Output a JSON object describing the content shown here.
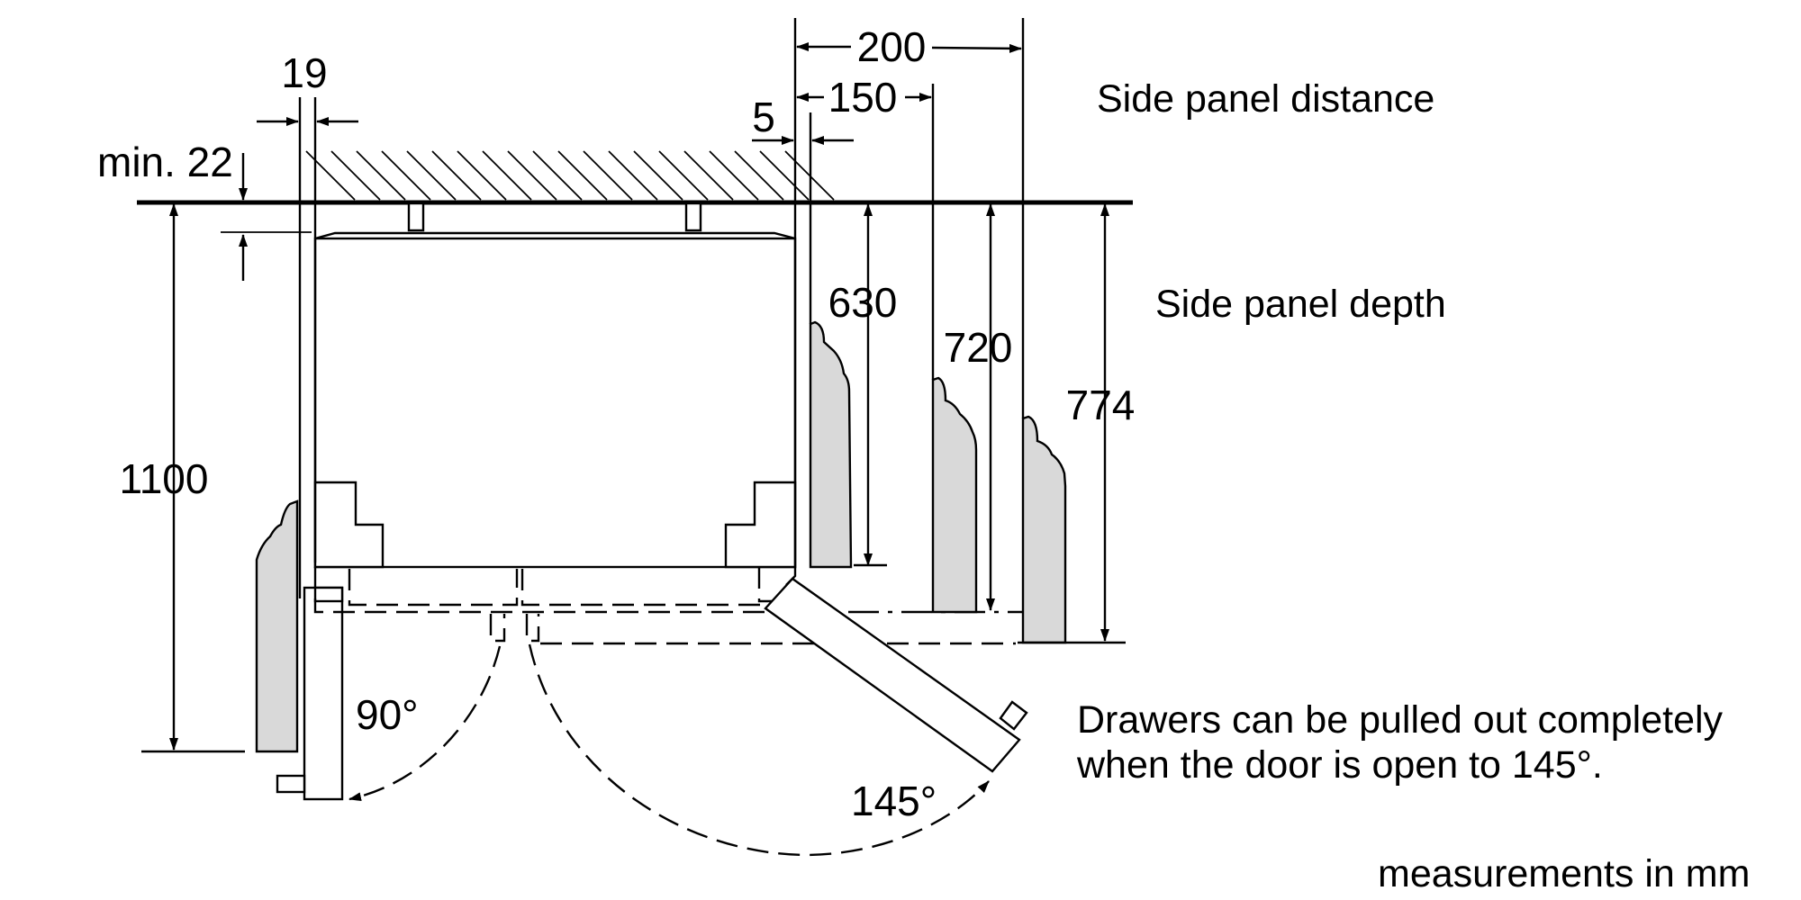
{
  "dimensions": {
    "d200": "200",
    "d150": "150",
    "d19": "19",
    "d5": "5",
    "min22": "min. 22",
    "d630": "630",
    "d720": "720",
    "d774": "774",
    "d1100": "1100",
    "angle90": "90°",
    "angle145": "145°"
  },
  "labels": {
    "side_panel_distance": "Side panel distance",
    "side_panel_depth": "Side panel depth",
    "drawers_line1": "Drawers can be pulled out completely",
    "drawers_line2": "when the door is open to 145°.",
    "units": "measurements in mm"
  }
}
